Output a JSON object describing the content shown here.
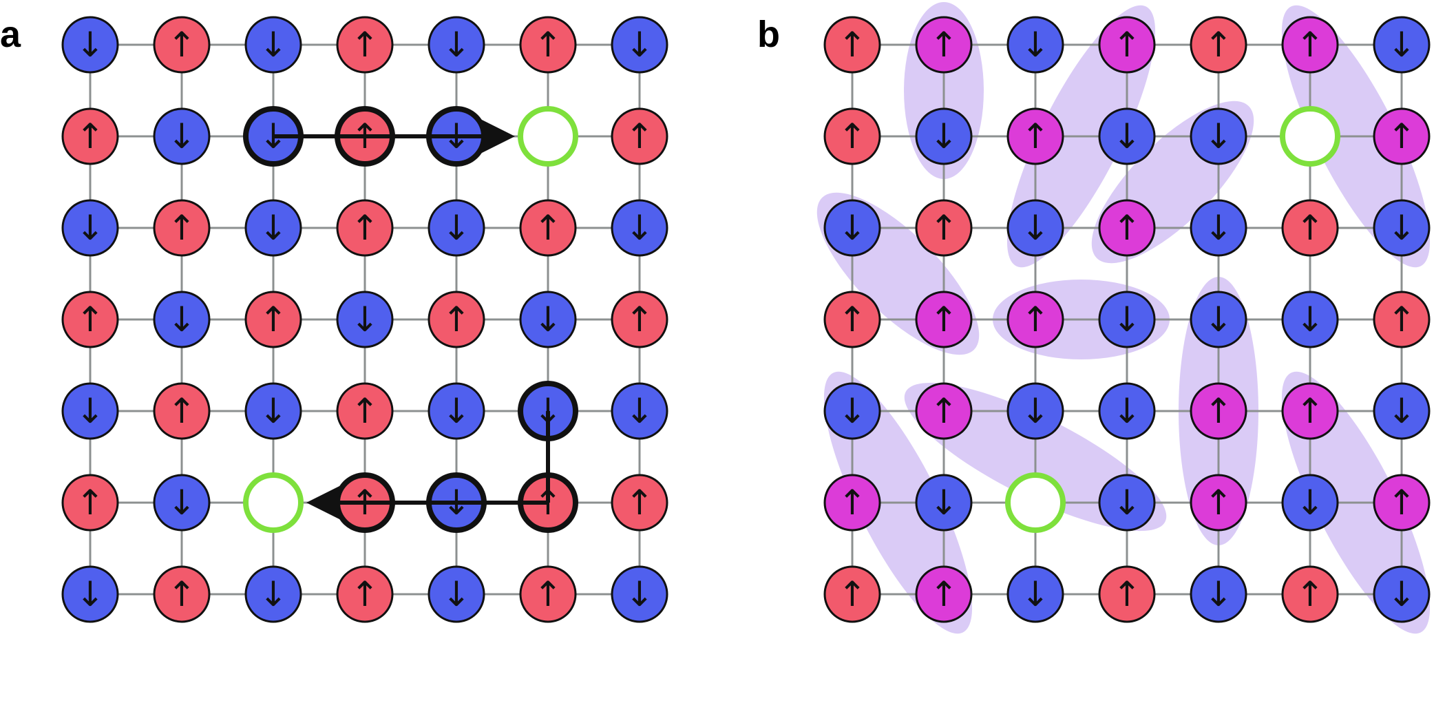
{
  "panels": [
    {
      "label": "a",
      "grid": [
        [
          "down",
          "up",
          "down",
          "up",
          "down",
          "up",
          "down"
        ],
        [
          "up",
          "down",
          "down",
          "up",
          "down",
          "hole",
          "up"
        ],
        [
          "down",
          "up",
          "down",
          "up",
          "down",
          "up",
          "down"
        ],
        [
          "up",
          "down",
          "up",
          "down",
          "up",
          "down",
          "up"
        ],
        [
          "down",
          "up",
          "down",
          "up",
          "down",
          "down",
          "down"
        ],
        [
          "up",
          "down",
          "hole",
          "up",
          "down",
          "up",
          "up"
        ],
        [
          "down",
          "up",
          "down",
          "up",
          "down",
          "up",
          "down"
        ]
      ],
      "bold_sites": [
        [
          1,
          2
        ],
        [
          1,
          3
        ],
        [
          1,
          4
        ],
        [
          4,
          5
        ],
        [
          5,
          5
        ],
        [
          5,
          4
        ],
        [
          5,
          3
        ]
      ],
      "hop_paths": [
        {
          "from": [
            1,
            2
          ],
          "to": [
            1,
            5
          ],
          "arrow": true
        },
        {
          "from": [
            4,
            5
          ],
          "to": [
            5,
            5
          ],
          "arrow": false
        },
        {
          "from": [
            5,
            5
          ],
          "to": [
            5,
            2
          ],
          "arrow": true
        }
      ]
    },
    {
      "label": "b",
      "grid": [
        [
          "up",
          "up",
          "down",
          "up",
          "up",
          "up",
          "down"
        ],
        [
          "up",
          "down",
          "up",
          "down",
          "down",
          "hole",
          "up"
        ],
        [
          "down",
          "up",
          "down",
          "up",
          "down",
          "up",
          "down"
        ],
        [
          "up",
          "up",
          "up",
          "down",
          "down",
          "down",
          "up"
        ],
        [
          "down",
          "up",
          "down",
          "down",
          "up",
          "up",
          "down"
        ],
        [
          "up",
          "down",
          "hole",
          "down",
          "up",
          "down",
          "up"
        ],
        [
          "up",
          "up",
          "down",
          "up",
          "down",
          "up",
          "down"
        ]
      ],
      "magenta_sites": [
        [
          0,
          1
        ],
        [
          0,
          3
        ],
        [
          0,
          5
        ],
        [
          1,
          2
        ],
        [
          1,
          6
        ],
        [
          2,
          3
        ],
        [
          3,
          1
        ],
        [
          3,
          2
        ],
        [
          4,
          1
        ],
        [
          4,
          4
        ],
        [
          4,
          5
        ],
        [
          5,
          0
        ],
        [
          5,
          4
        ],
        [
          5,
          6
        ],
        [
          6,
          1
        ]
      ],
      "singlet_bonds": [
        {
          "a": [
            0,
            1
          ],
          "b": [
            1,
            1
          ]
        },
        {
          "a": [
            0,
            3
          ],
          "b": [
            2,
            2
          ]
        },
        {
          "a": [
            0,
            5
          ],
          "b": [
            2,
            6
          ]
        },
        {
          "a": [
            1,
            4
          ],
          "b": [
            2,
            3
          ]
        },
        {
          "a": [
            2,
            0
          ],
          "b": [
            3,
            1
          ]
        },
        {
          "a": [
            3,
            2
          ],
          "b": [
            3,
            3
          ]
        },
        {
          "a": [
            3,
            4
          ],
          "b": [
            5,
            4
          ]
        },
        {
          "a": [
            4,
            0
          ],
          "b": [
            6,
            1
          ]
        },
        {
          "a": [
            4,
            1
          ],
          "b": [
            5,
            3
          ]
        },
        {
          "a": [
            4,
            5
          ],
          "b": [
            6,
            6
          ]
        }
      ]
    }
  ],
  "colors": {
    "up": "#f25a6c",
    "down": "#5060ee",
    "magenta": "#dc3cd8",
    "hole_ring": "#7ee03c",
    "lattice": "#8c9090",
    "bond_ellipse": "rgba(172,140,236,0.45)"
  },
  "symbols": {
    "up": "↑",
    "down": "↓"
  }
}
